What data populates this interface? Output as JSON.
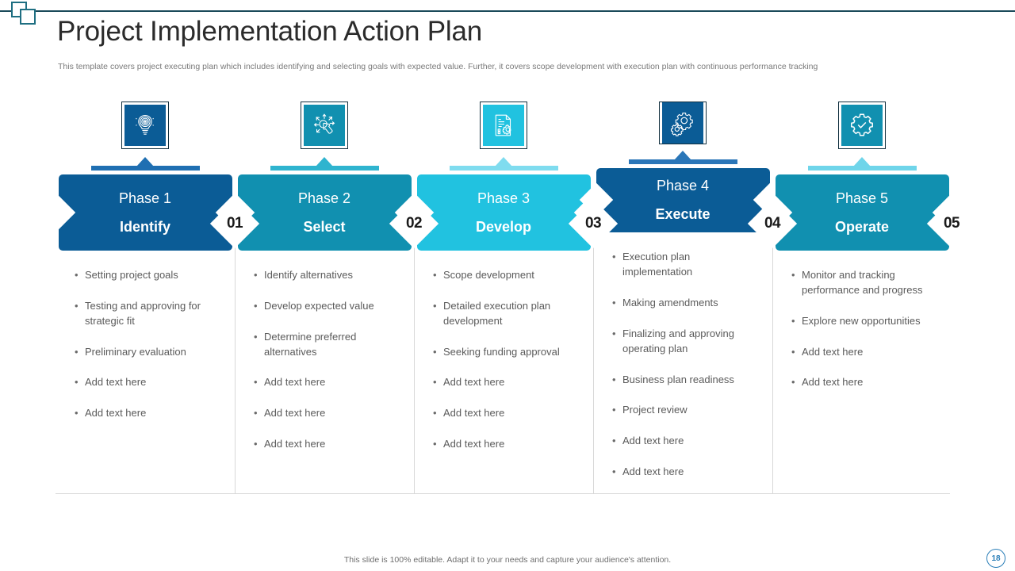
{
  "header": {
    "title": "Project Implementation Action Plan",
    "subtitle": "This template covers project executing plan which includes identifying and selecting goals with expected value. Further, it covers scope development with execution plan with continuous performance tracking"
  },
  "footer": {
    "note": "This slide is 100% editable. Adapt it to your needs and capture your audience's attention.",
    "page_number": "18"
  },
  "colors": {
    "phase1": "#0b5c96",
    "phase2": "#1190b0",
    "phase3": "#21c2e0",
    "phase4": "#0b5c96",
    "phase5": "#1190b0",
    "bar1": "#1f6fb2",
    "bar2": "#2fb4cf",
    "bar3": "#7fdcef",
    "bar4": "#2a76b8",
    "bar5": "#6fd5ea",
    "title_text": "#2b2b2b",
    "body_text": "#5b5b5b",
    "badge_accent": "#2b7fb8"
  },
  "phases": [
    {
      "number": "01",
      "label": "Phase 1",
      "name": "Identify",
      "icon": "lightbulb-target-icon",
      "banner_color": "#0b5c96",
      "bar_color": "#1f6fb2",
      "items": [
        "Setting project goals",
        "Testing and approving for strategic fit",
        "Preliminary evaluation",
        "Add text here",
        "Add text here"
      ]
    },
    {
      "number": "02",
      "label": "Phase 2",
      "name": "Select",
      "icon": "hand-select-arrows-icon",
      "banner_color": "#1190b0",
      "bar_color": "#2fb4cf",
      "items": [
        "Identify  alternatives",
        "Develop expected value",
        "Determine preferred alternatives",
        "Add text here",
        "Add text here",
        "Add text here"
      ]
    },
    {
      "number": "03",
      "label": "Phase 3",
      "name": "Develop",
      "icon": "document-gear-icon",
      "banner_color": "#21c2e0",
      "bar_color": "#7fdcef",
      "items": [
        "Scope development",
        "Detailed execution plan development",
        "Seeking funding approval",
        "Add text here",
        "Add text here",
        "Add text here"
      ]
    },
    {
      "number": "04",
      "label": "Phase 4",
      "name": "Execute",
      "icon": "two-gears-icon",
      "banner_color": "#0b5c96",
      "bar_color": "#2a76b8",
      "items": [
        "Execution plan implementation",
        "Making amendments",
        "Finalizing and approving operating plan",
        "Business plan readiness",
        "Project review",
        "Add text here",
        "Add text here"
      ]
    },
    {
      "number": "05",
      "label": "Phase 5",
      "name": "Operate",
      "icon": "gear-check-icon",
      "banner_color": "#1190b0",
      "bar_color": "#6fd5ea",
      "items": [
        "Monitor and tracking performance and progress",
        "Explore new opportunities",
        "Add text here",
        "Add text here"
      ]
    }
  ],
  "bullet_glyph": "•"
}
